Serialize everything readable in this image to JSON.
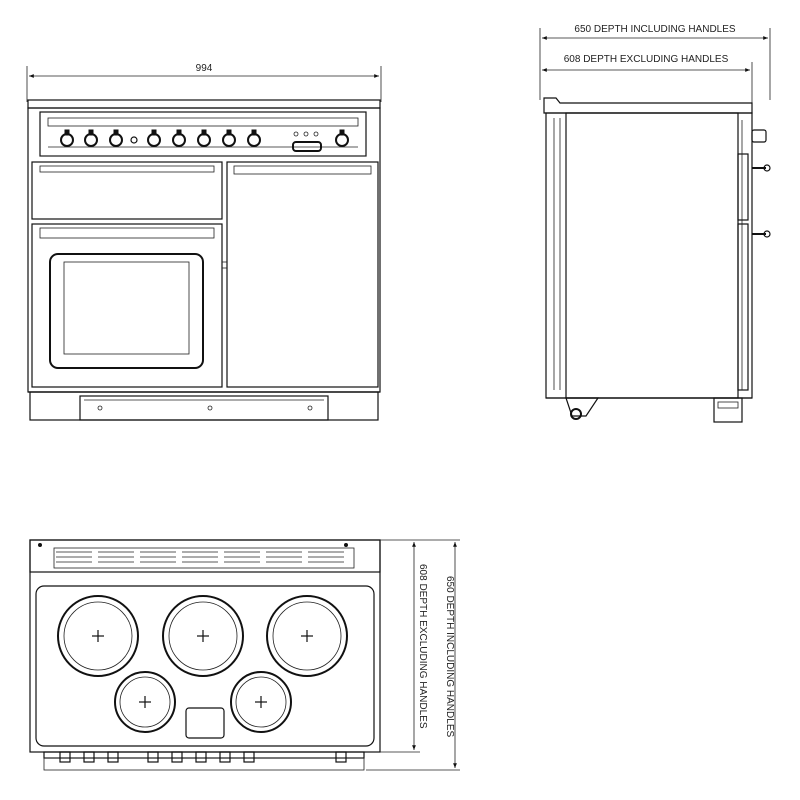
{
  "front_view": {
    "width_label": "994"
  },
  "side_view": {
    "depth_including_label": "650 DEPTH INCLUDING HANDLES",
    "depth_excluding_label": "608 DEPTH EXCLUDING HANDLES"
  },
  "top_view": {
    "depth_excluding_label": "608 DEPTH EXCLUDING HANDLES",
    "depth_including_label": "650 DEPTH INCLUDING HANDLES",
    "hob_zone_count": 5
  }
}
